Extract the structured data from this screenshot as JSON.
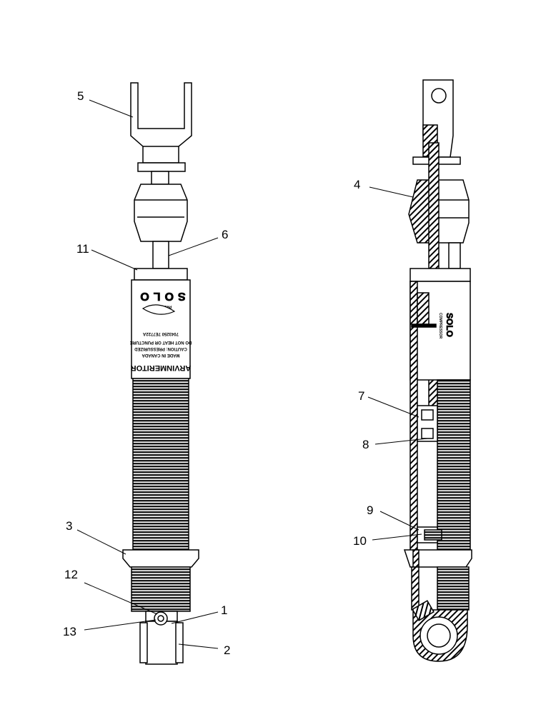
{
  "callouts": {
    "c1": "1",
    "c2": "2",
    "c3": "3",
    "c4": "4",
    "c5": "5",
    "c6": "6",
    "c7": "7",
    "c8": "8",
    "c9": "9",
    "c10": "10",
    "c11": "11",
    "c12": "12",
    "c13": "13"
  },
  "shock_label": {
    "brand": "ARVINMERITOR",
    "made_in": "MADE IN CANADA",
    "caution": "CAUTION: PRESSURIZED",
    "warning": "DO NOT HEAT OR PUNCTURE",
    "part_number": "7043250   7E7722A",
    "product": "SOLO",
    "series": "PRO SERIES"
  },
  "section_label": {
    "product": "SOLO",
    "type": "COMPRESSOR"
  }
}
